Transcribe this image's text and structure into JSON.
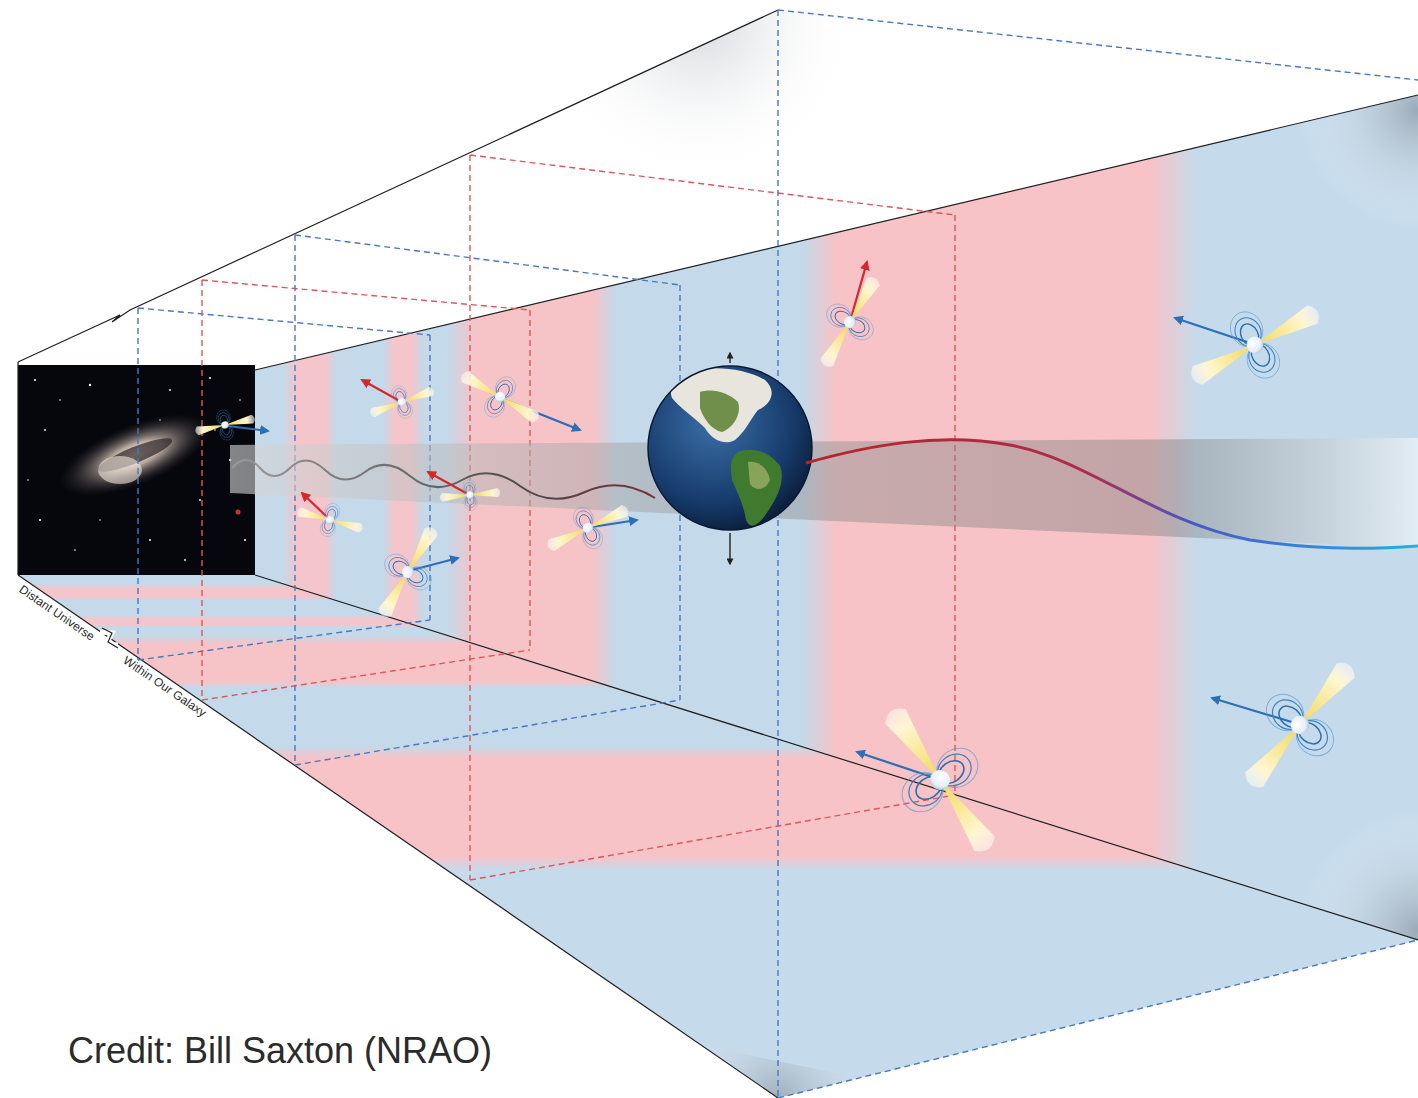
{
  "diagram": {
    "labels": [
      "Distant Universe",
      "Within Our Galaxy",
      "Credit: Bill Saxton (NRAO)"
    ]
  }
}
